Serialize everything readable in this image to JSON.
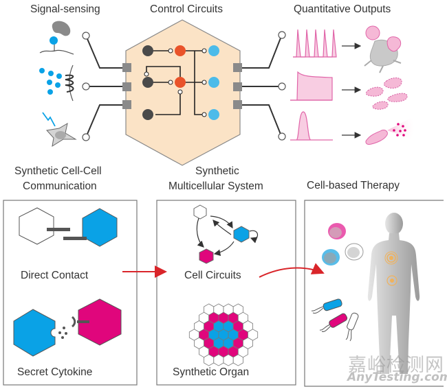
{
  "top": {
    "signal_sensing": "Signal-sensing",
    "control_circuits": "Control Circuits",
    "quantitative_outputs": "Quantitative Outputs"
  },
  "panels": {
    "communication": {
      "title_line1": "Synthetic Cell-Cell",
      "title_line2": "Communication",
      "direct_contact": "Direct Contact",
      "secret_cytokine": "Secret Cytokine"
    },
    "multicellular": {
      "title_line1": "Synthetic",
      "title_line2": "Multicellular System",
      "cell_circuits": "Cell Circuits",
      "synthetic_organ": "Synthetic Organ"
    },
    "therapy": {
      "title": "Cell-based Therapy"
    }
  },
  "watermark": {
    "chinese": "嘉峪检测网",
    "latin": "AnyTesting.com"
  },
  "colors": {
    "hexagon_fill": "#fbe3c6",
    "blue": "#0aa2e6",
    "magenta": "#e0067c",
    "orange_node": "#e9532a",
    "light_blue_node": "#4cbbe9",
    "dark_node": "#4a4a4a",
    "pink_output": "#f4b3d6",
    "red_arrow": "#d9252a"
  }
}
